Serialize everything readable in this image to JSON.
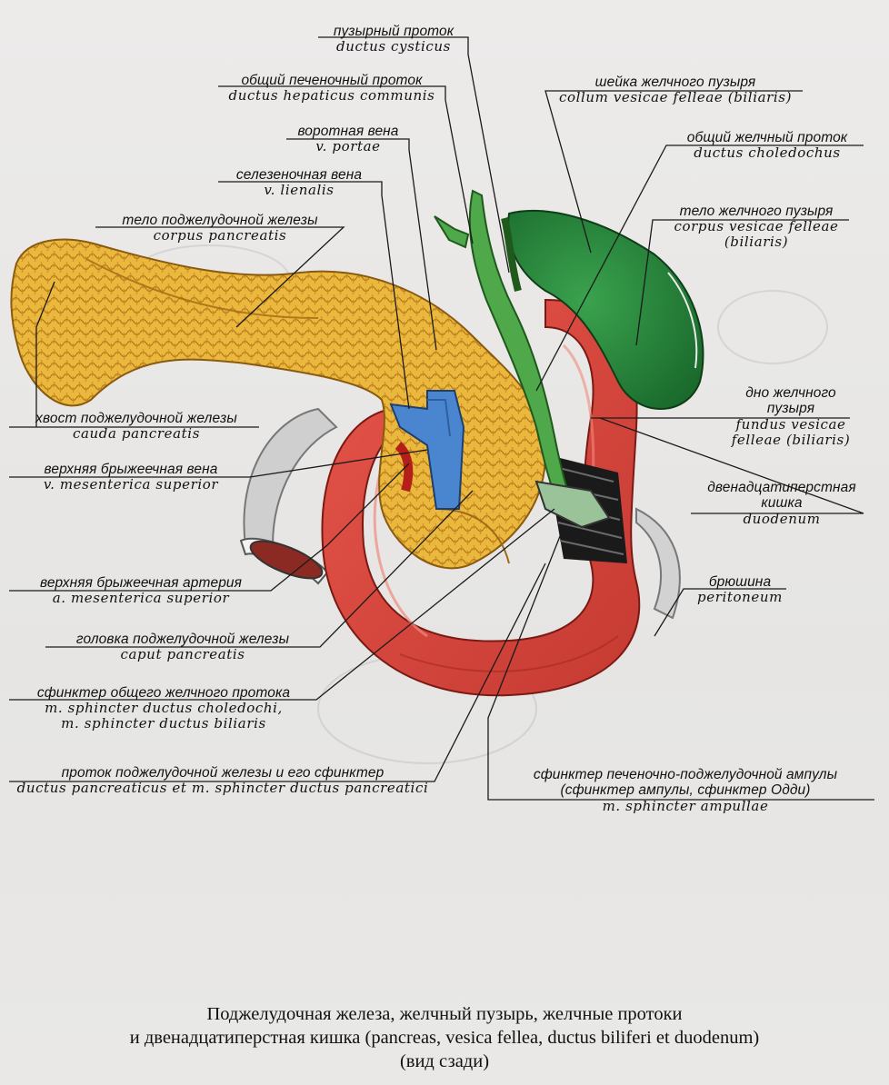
{
  "labels": {
    "cysticus": {
      "ru": "пузырный проток",
      "la": "ductus cysticus"
    },
    "hepaticus": {
      "ru": "общий печеночный проток",
      "la": "ductus hepaticus communis"
    },
    "portae": {
      "ru": "воротная вена",
      "la": "v. portae"
    },
    "lienalis": {
      "ru": "селезеночная вена",
      "la": "v. lienalis"
    },
    "corpus_pancr": {
      "ru": "тело поджелудочной железы",
      "la": "corpus pancreatis"
    },
    "cauda": {
      "ru": "хвост поджелудочной железы",
      "la": "cauda pancreatis"
    },
    "mes_vein": {
      "ru": "верхняя брыжеечная вена",
      "la": "v. mesenterica superior"
    },
    "mes_artery": {
      "ru": "верхняя брыжеечная артерия",
      "la": "a. mesenterica superior"
    },
    "caput": {
      "ru": "головка поджелудочной железы",
      "la": "caput pancreatis"
    },
    "sph_chol": {
      "ru": "сфинктер общего желчного протока",
      "la1": "m. sphincter ductus choledochi,",
      "la2": "m. sphincter ductus biliaris"
    },
    "duct_pancr": {
      "ru": "проток поджелудочной железы и его сфинктер",
      "la": "ductus pancreaticus et m. sphincter ductus pancreatici"
    },
    "collum": {
      "ru": "шейка желчного пузыря",
      "la": "collum vesicae felleae (biliaris)"
    },
    "choledochus": {
      "ru": "общий желчный проток",
      "la": "ductus choledochus"
    },
    "corpus_ves": {
      "ru": "тело желчного пузыря",
      "la1": "corpus vesicae felleae",
      "la2": "(biliaris)"
    },
    "fundus": {
      "ru1": "дно желчного",
      "ru2": "пузыря",
      "la1": "fundus vesicae",
      "la2": "felleae (biliaris)"
    },
    "duodenum": {
      "ru1": "двенадцатиперстная",
      "ru2": "кишка",
      "la": "duodenum"
    },
    "peritoneum": {
      "ru": "брюшина",
      "la": "peritoneum"
    },
    "ampulla": {
      "ru1": "сфинктер печеночно-поджелудочной ампулы",
      "ru2": "(сфинктер ампулы, сфинктер Одди)",
      "la": "m. sphincter ampullae"
    }
  },
  "caption": {
    "line1": "Поджелудочная железа, желчный пузырь, желчные протоки",
    "line2": "и двенадцатиперстная кишка (pancreas, vesica fellea, ductus biliferi et duodenum)",
    "line3": "(вид сзади)"
  },
  "colors": {
    "pancreas": "#e9b83c",
    "duodenum": "#d8433a",
    "gallbladder": "#2a8a3c",
    "vein": "#4a86cf",
    "peritoneum": "#c9c9c9"
  }
}
